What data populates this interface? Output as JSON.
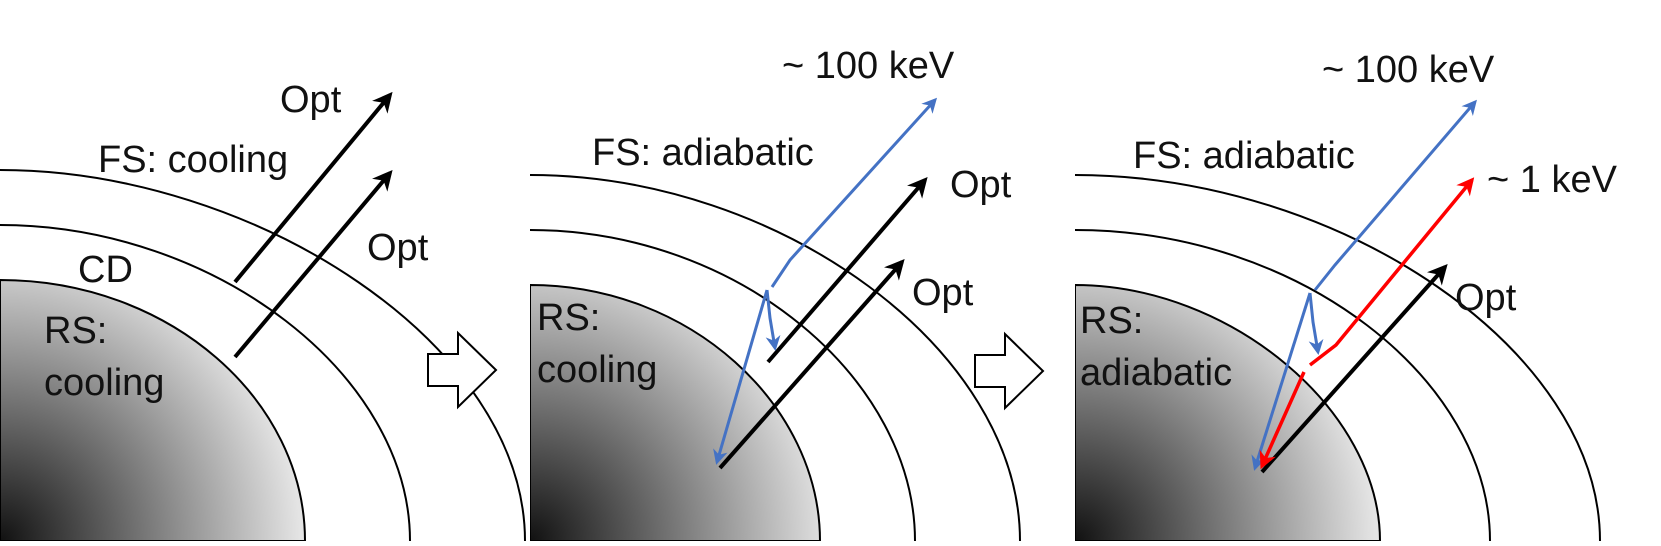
{
  "colors": {
    "line": "#000000",
    "blue": "#4472c4",
    "red": "#ff0000",
    "gradient_dark": "#111111",
    "gradient_light": "#e4e4e4"
  },
  "panels": [
    {
      "fs_label": "FS: cooling",
      "cd_label": "CD",
      "rs_label_1": "RS:",
      "rs_label_2": "cooling",
      "opt_upper": "Opt",
      "opt_lower": "Opt"
    },
    {
      "fs_label": "FS: adiabatic",
      "rs_label_1": "RS:",
      "rs_label_2": "cooling",
      "energy_label": "~ 100 keV",
      "opt_upper": "Opt",
      "opt_lower": "Opt"
    },
    {
      "fs_label": "FS: adiabatic",
      "rs_label_1": "RS:",
      "rs_label_2": "adiabatic",
      "energy_label": "~ 100 keV",
      "energy_label_2": "~ 1 keV",
      "opt_lower": "Opt"
    }
  ],
  "icons": [
    "right-arrow-icon",
    "right-arrow-icon"
  ]
}
